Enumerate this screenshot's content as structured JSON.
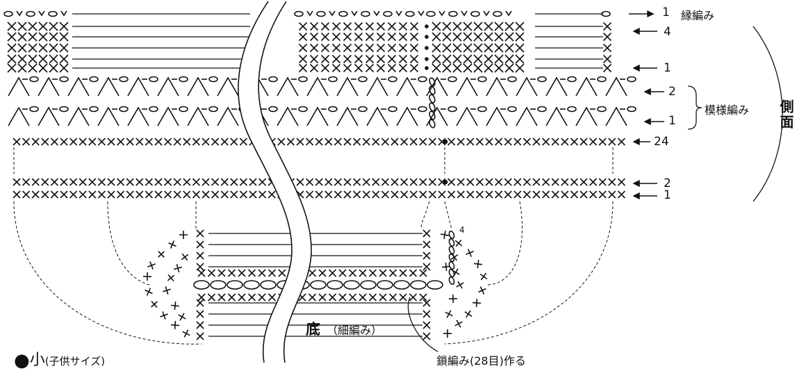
{
  "labels": {
    "edge": "縁編み",
    "pattern": "模様編み",
    "side": "側面",
    "bottom": "底",
    "bottom_stitch": "（細編み）",
    "chain": "鎖編み(28目)作る",
    "size_dot": "●",
    "size_main": "小",
    "size_sub": "(子供サイズ)"
  },
  "rows": {
    "edge1": "1",
    "sc4": "4",
    "sc1": "1",
    "pat2": "2",
    "pat1": "1",
    "r24": "24",
    "r2": "2",
    "r1": "1",
    "bottom4": "4"
  },
  "arrows": {
    "right": "→",
    "left": "←"
  }
}
